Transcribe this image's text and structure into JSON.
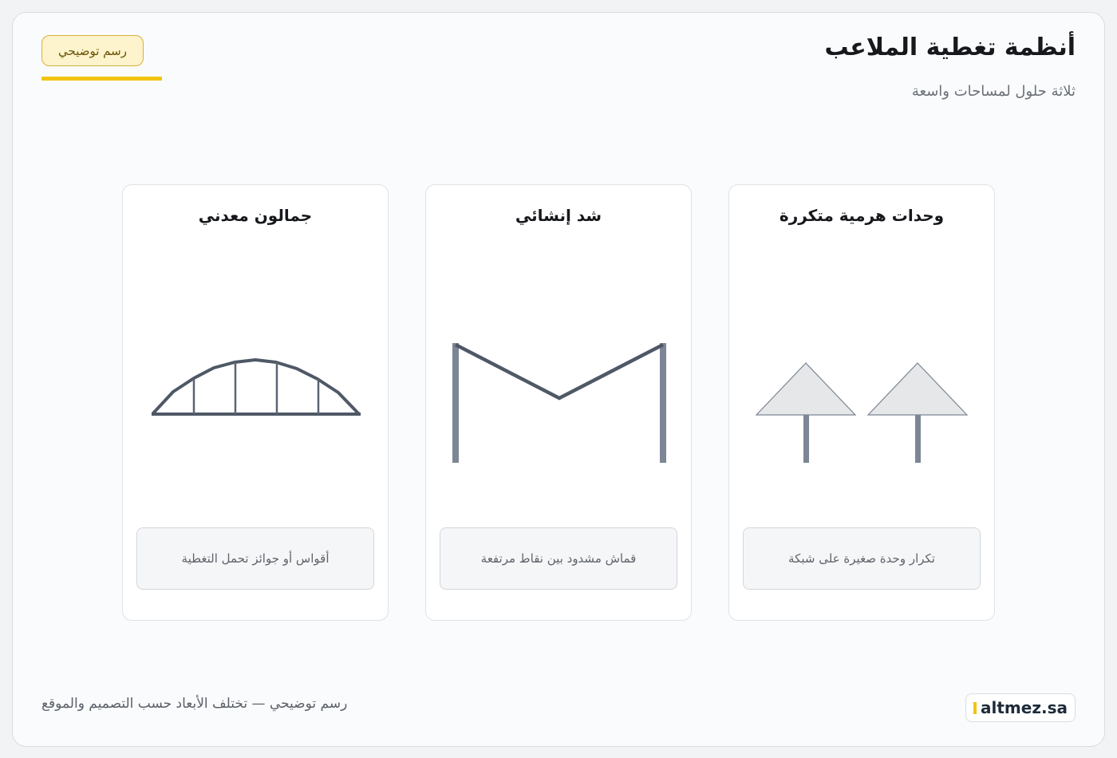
{
  "header": {
    "title": "أنظمة تغطية الملاعب",
    "subtitle": "ثلاثة حلول لمساحات واسعة",
    "badge": "رسم توضيحي"
  },
  "cards": [
    {
      "title": "وحدات هرمية متكررة",
      "caption": "تكرار وحدة صغيرة على شبكة"
    },
    {
      "title": "شد إنشائي",
      "caption": "قماش مشدود بين نقاط مرتفعة"
    },
    {
      "title": "جمالون معدني",
      "caption": "أقواس أو جوائز تحمل التغطية"
    }
  ],
  "footer": {
    "note": "رسم توضيحي — تختلف الأبعاد حسب التصميم والموقع",
    "brand": "altmez.sa"
  },
  "colors": {
    "accent": "#f2c411",
    "structure": "#4f5866",
    "pole": "#7c8694",
    "membrane": "#e5e7e9"
  }
}
